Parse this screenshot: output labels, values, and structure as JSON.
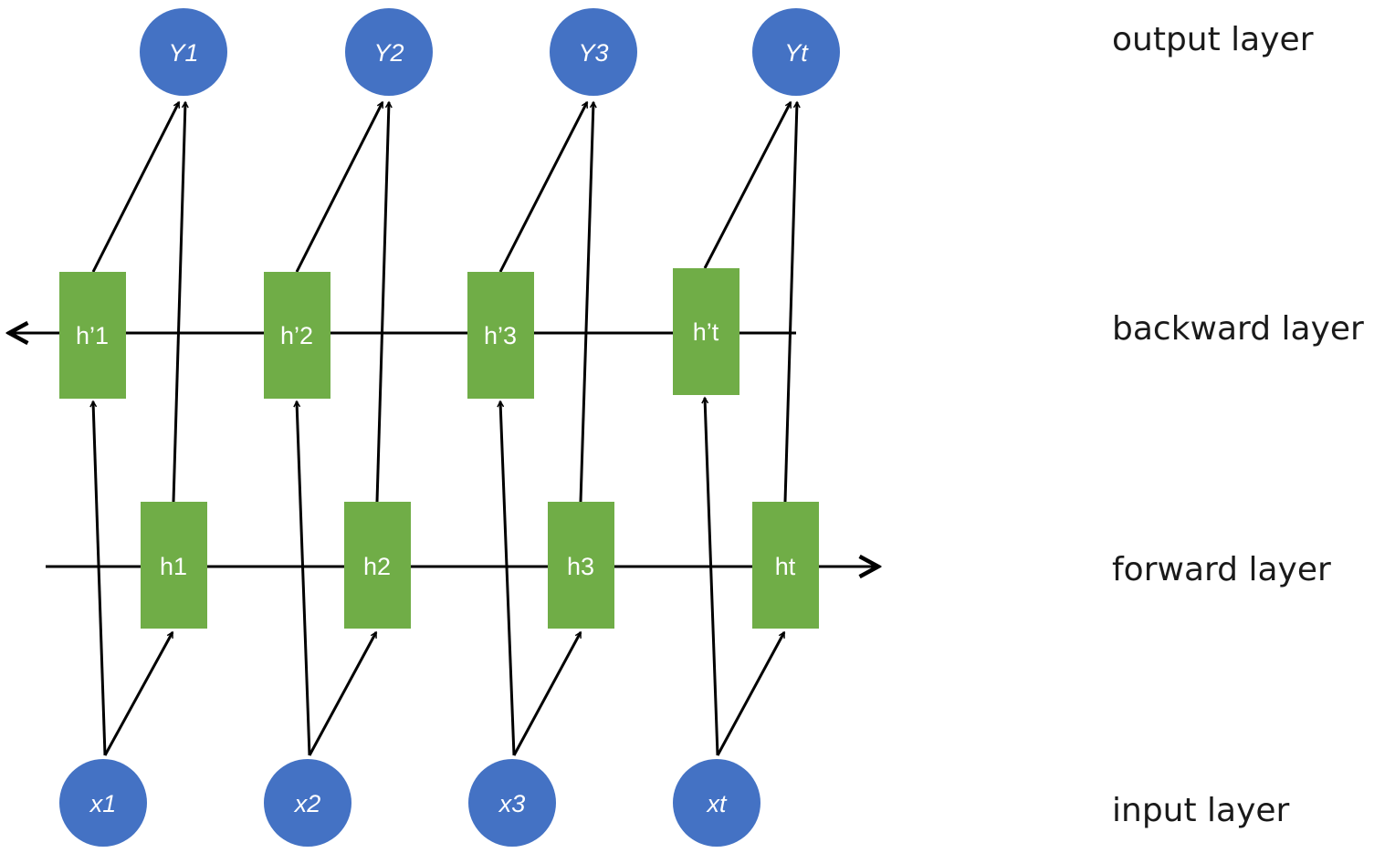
{
  "layers": {
    "output": "output layer",
    "backward": "backward layer",
    "forward": "forward layer",
    "input": "input layer"
  },
  "nodes": {
    "outputs": [
      "Y1",
      "Y2",
      "Y3",
      "Yt"
    ],
    "backward": [
      "h’1",
      "h’2",
      "h’3",
      "h’t"
    ],
    "forward": [
      "h1",
      "h2",
      "h3",
      "ht"
    ],
    "inputs": [
      "x1",
      "x2",
      "x3",
      "xt"
    ]
  },
  "colors": {
    "node_circle": "#4472c4",
    "node_rect": "#70ad47",
    "edge": "#000000"
  }
}
